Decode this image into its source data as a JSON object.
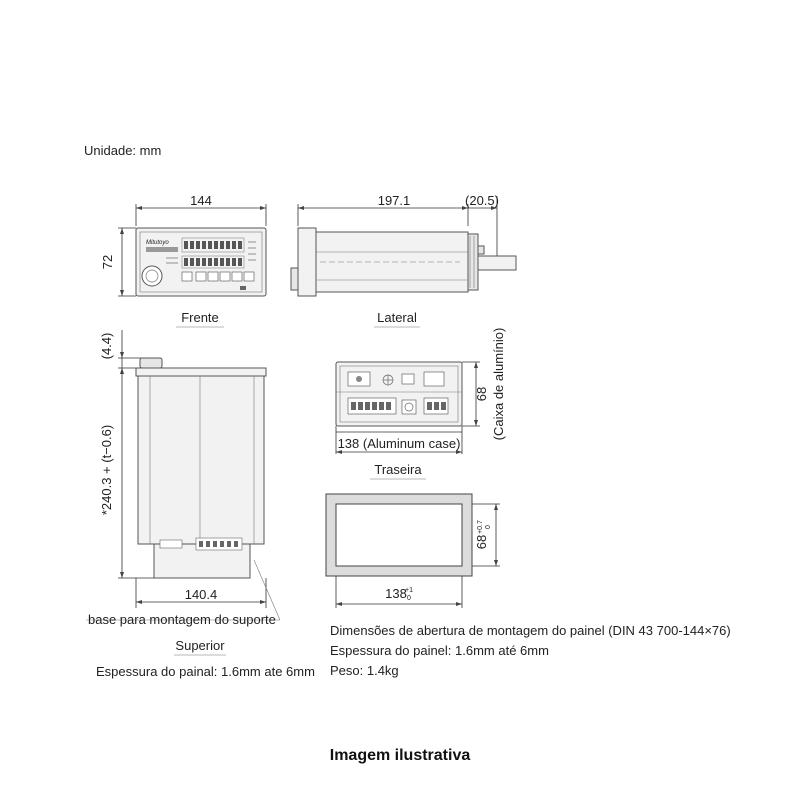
{
  "unit_label": "Unidade: mm",
  "views": {
    "front": "Frente",
    "side": "Lateral",
    "top": "Superior",
    "rear": "Traseira"
  },
  "dimensions": {
    "front_width": "144",
    "front_height": "72",
    "side_length": "197.1",
    "side_extra": "(20.5)",
    "top_gap": "(4.4)",
    "top_length": "*240.3 + (t−0.6)",
    "top_width": "140.4",
    "rear_width": "138 (Aluminum case)",
    "rear_height": "68",
    "rear_height_note": "(Caixa de alumínio)",
    "cutout_width": "138",
    "cutout_width_tol_plus": "+1",
    "cutout_width_tol_minus": "0",
    "cutout_height": "68",
    "cutout_height_tol_plus": "+0.7",
    "cutout_height_tol_minus": "0"
  },
  "annotations": {
    "support_base": "base para montagem do suporte",
    "panel_thickness_left": "Espessura do painal: 1.6mm ate 6mm",
    "cutout_title": "Dimensões de abertura de montagem do painel (DIN 43 700-144×76)",
    "panel_thickness_right": "Espessura do painel: 1.6mm até 6mm",
    "weight": "Peso: 1.4kg"
  },
  "device_labels": {
    "brand": "Mitutoyo"
  },
  "caption": "Imagem ilustrativa",
  "colors": {
    "line": "#333333",
    "body_fill": "#f2f2f2",
    "text": "#222222"
  }
}
